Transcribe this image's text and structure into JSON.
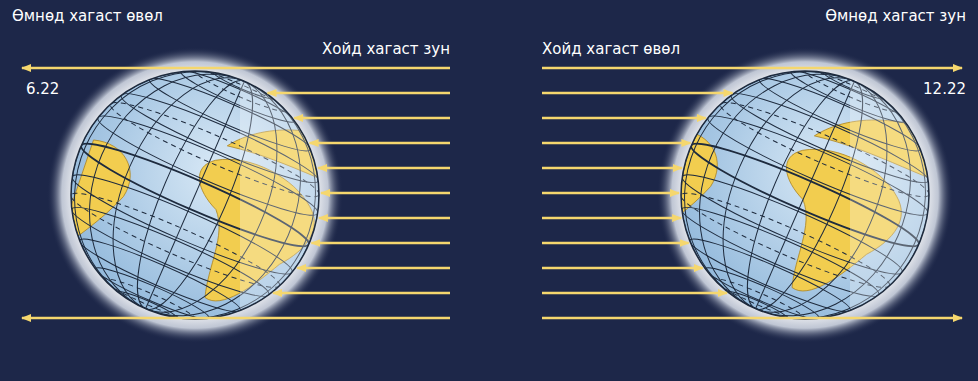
{
  "diagram": {
    "labels": [
      "Өмнөд хагаст өвөл",
      "Хойд хагаст зун",
      "6.22",
      "Хойд хагаст өвөл",
      "Өмнөд хагаст зун",
      "12.22"
    ]
  }
}
